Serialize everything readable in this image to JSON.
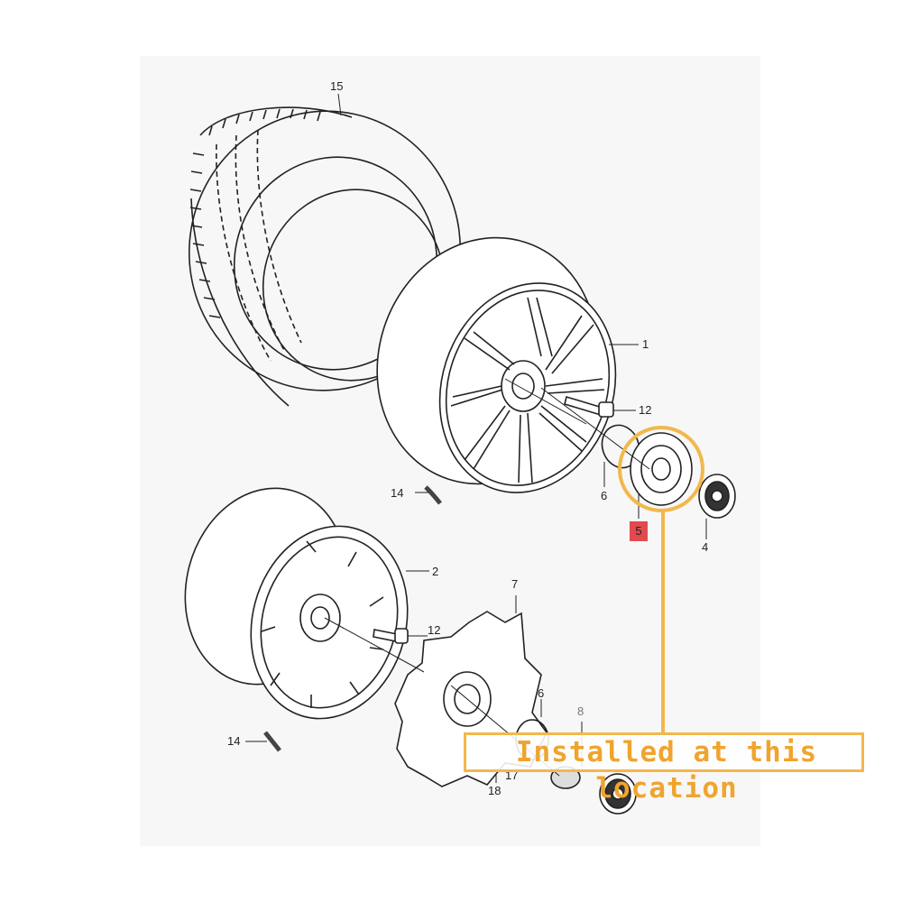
{
  "diagram": {
    "part_labels": {
      "l15": "15",
      "l1": "1",
      "l12a": "12",
      "l6a": "6",
      "l5": "5",
      "l4": "4",
      "l14a": "14",
      "l2": "2",
      "l12b": "12",
      "l7": "7",
      "l6b": "6",
      "l8": "8",
      "l14b": "14",
      "l18": "18",
      "l17": "17"
    },
    "callout": {
      "text": "Installed at this location"
    },
    "colors": {
      "highlight": "#f2b84c",
      "callout_text": "#f0a42e",
      "badge": "#e24a4f",
      "line_art": "#222222"
    }
  }
}
